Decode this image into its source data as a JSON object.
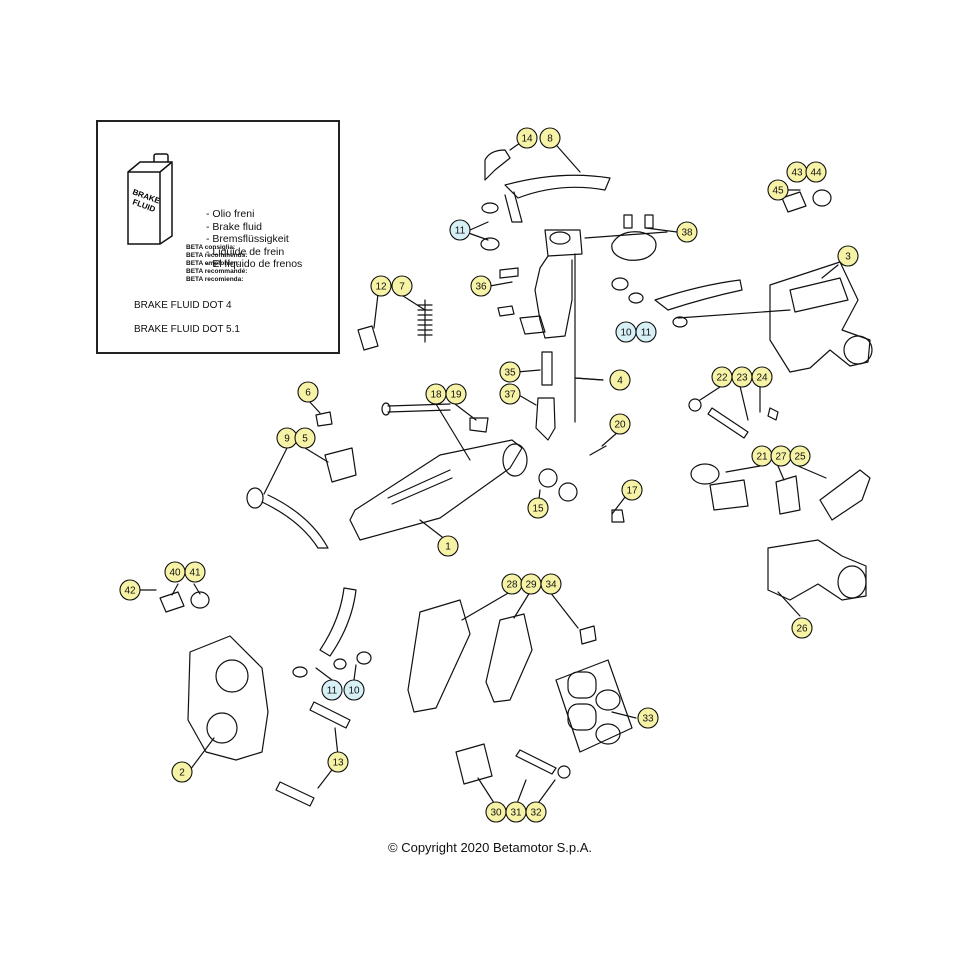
{
  "legend": {
    "fluid_names": [
      "- Olio freni",
      "- Brake fluid",
      "- Bremsflüssigkeit",
      "- Liquide de frein",
      "- El líquido de frenos"
    ],
    "recommend_lines": [
      "BETA consiglia:",
      "BETA recommends:",
      "BETA empfohlen:",
      "BETA recommandé:",
      "BETA recomienda:"
    ],
    "can_label_line1": "BRAKE",
    "can_label_line2": "FLUID",
    "dot4": "BRAKE FLUID DOT 4",
    "dot51": "BRAKE FLUID DOT 5.1"
  },
  "copyright": "© Copyright 2020 Betamotor S.p.A.",
  "colors": {
    "callout_yellow": "#f7f3a6",
    "callout_blue": "#d6f0f5",
    "line": "#111111"
  },
  "callouts": [
    {
      "label": "14",
      "style": "yellow"
    },
    {
      "label": "8",
      "style": "yellow"
    },
    {
      "label": "11",
      "style": "blue"
    },
    {
      "label": "38",
      "style": "yellow"
    },
    {
      "label": "43",
      "style": "yellow"
    },
    {
      "label": "44",
      "style": "yellow"
    },
    {
      "label": "45",
      "style": "yellow"
    },
    {
      "label": "3",
      "style": "yellow"
    },
    {
      "label": "36",
      "style": "yellow"
    },
    {
      "label": "12",
      "style": "yellow"
    },
    {
      "label": "7",
      "style": "yellow"
    },
    {
      "label": "10",
      "style": "blue"
    },
    {
      "label": "11",
      "style": "blue"
    },
    {
      "label": "35",
      "style": "yellow"
    },
    {
      "label": "4",
      "style": "yellow"
    },
    {
      "label": "37",
      "style": "yellow"
    },
    {
      "label": "22",
      "style": "yellow"
    },
    {
      "label": "23",
      "style": "yellow"
    },
    {
      "label": "24",
      "style": "yellow"
    },
    {
      "label": "6",
      "style": "yellow"
    },
    {
      "label": "18",
      "style": "yellow"
    },
    {
      "label": "19",
      "style": "yellow"
    },
    {
      "label": "20",
      "style": "yellow"
    },
    {
      "label": "9",
      "style": "yellow"
    },
    {
      "label": "5",
      "style": "yellow"
    },
    {
      "label": "21",
      "style": "yellow"
    },
    {
      "label": "27",
      "style": "yellow"
    },
    {
      "label": "25",
      "style": "yellow"
    },
    {
      "label": "17",
      "style": "yellow"
    },
    {
      "label": "15",
      "style": "yellow"
    },
    {
      "label": "1",
      "style": "yellow"
    },
    {
      "label": "40",
      "style": "yellow"
    },
    {
      "label": "41",
      "style": "yellow"
    },
    {
      "label": "42",
      "style": "yellow"
    },
    {
      "label": "28",
      "style": "yellow"
    },
    {
      "label": "29",
      "style": "yellow"
    },
    {
      "label": "34",
      "style": "yellow"
    },
    {
      "label": "26",
      "style": "yellow"
    },
    {
      "label": "11",
      "style": "blue"
    },
    {
      "label": "10",
      "style": "blue"
    },
    {
      "label": "33",
      "style": "yellow"
    },
    {
      "label": "13",
      "style": "yellow"
    },
    {
      "label": "2",
      "style": "yellow"
    },
    {
      "label": "30",
      "style": "yellow"
    },
    {
      "label": "31",
      "style": "yellow"
    },
    {
      "label": "32",
      "style": "yellow"
    }
  ]
}
